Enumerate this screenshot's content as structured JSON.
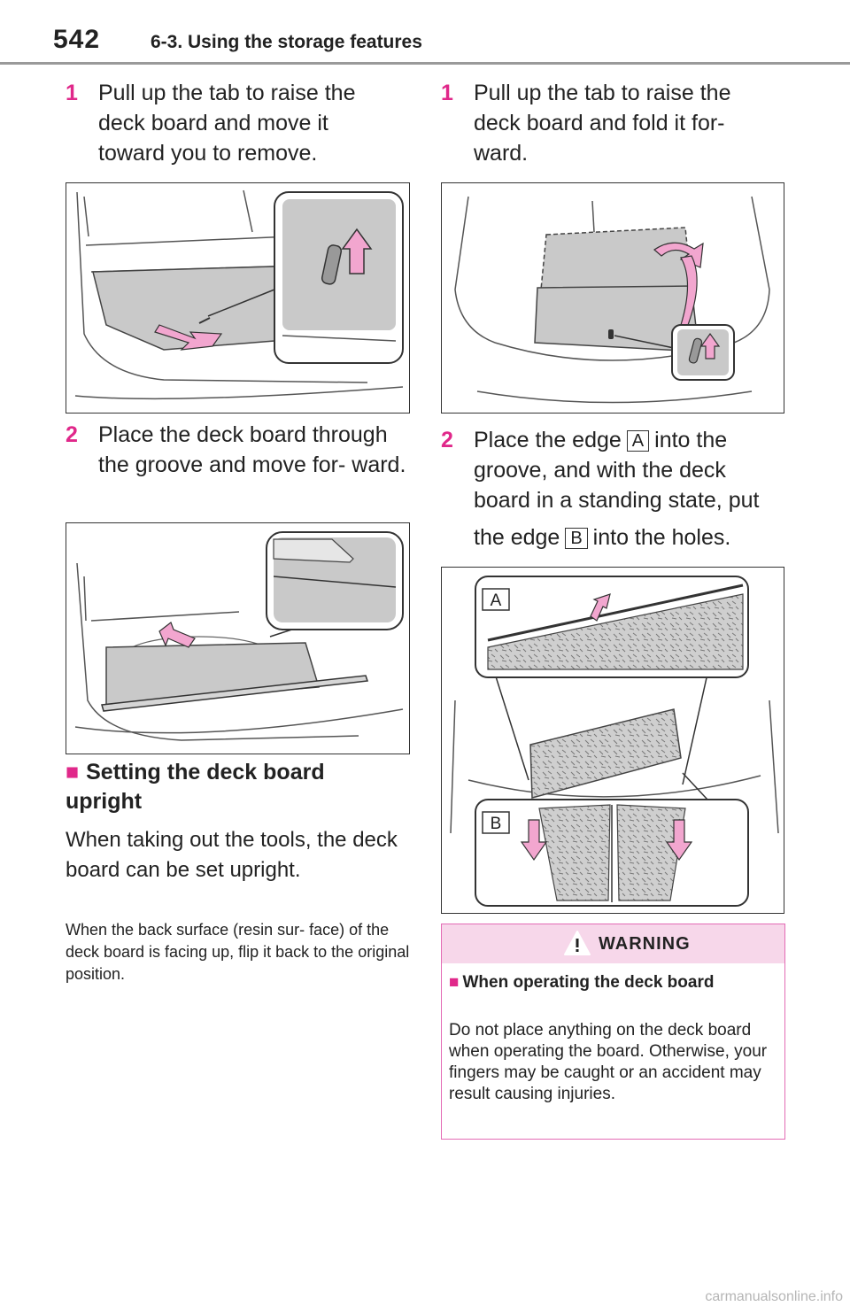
{
  "header": {
    "page_number": "542",
    "section_title": "6-3. Using the storage features"
  },
  "left": {
    "step1": {
      "num": "1",
      "text": "Pull up the tab to raise the deck board and move it toward you to remove."
    },
    "step2": {
      "num": "2",
      "text": "Place the deck board through the groove and move for- ward."
    },
    "subhead": "Setting the deck board upright",
    "paragraph": "When taking out the tools, the deck board can be set upright.",
    "note": "When the back surface (resin sur- face) of the deck board is facing up, flip it back to the original position."
  },
  "right": {
    "step1": {
      "num": "1",
      "text": "Pull up the tab to raise the deck board and fold it for- ward."
    },
    "step2": {
      "num": "2",
      "text_a": "Place the edge",
      "tag_a": "A",
      "text_b": "into the groove, and with the deck board in a standing state, put",
      "text_c": "the edge",
      "tag_b": "B",
      "text_d": "into the holes."
    }
  },
  "figure_labels": {
    "a": "A",
    "b": "B"
  },
  "warning": {
    "title": "WARNING",
    "heading": "When operating the deck board",
    "body": "Do not place anything on the deck board when operating the board. Otherwise, your fingers may be caught or an accident may result causing injuries."
  },
  "footer": "carmanualsonline.info",
  "colors": {
    "accent": "#e0288a",
    "warning_border": "#e36bb5",
    "warning_header": "#f7d7ea",
    "arrow_pink": "#f2a6cf",
    "board_gray": "#c9c9c9"
  }
}
